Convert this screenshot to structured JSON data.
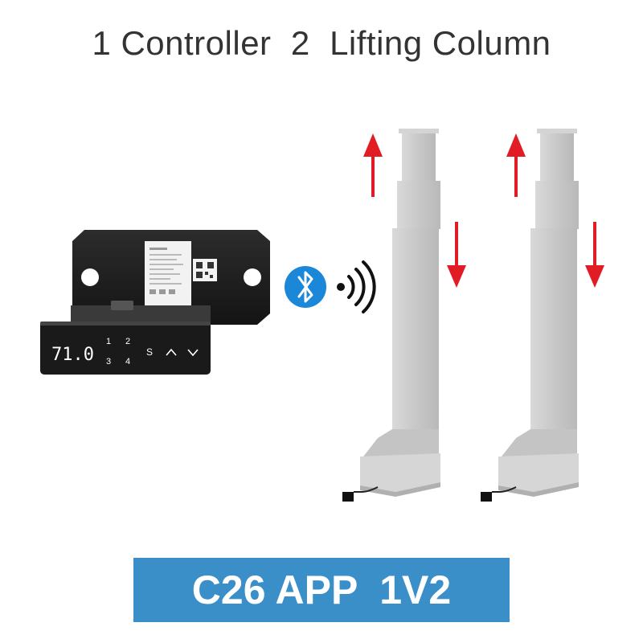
{
  "title": "1 Controller  2  Lifting Column",
  "banner": {
    "label": "C26 APP  1V2"
  },
  "keypad": {
    "display": "71.0",
    "keys": [
      "1",
      "2",
      "3",
      "4"
    ],
    "save_key": "S",
    "up_key": "^",
    "down_key": "v"
  },
  "colors": {
    "banner": "#3a8fc8",
    "arrow": "#e21c24",
    "bluetooth": "#1b87d8",
    "column": "#c9c9c9",
    "controller": "#222222"
  },
  "icons": [
    "bluetooth-icon",
    "wireless-signal-icon",
    "up-arrow-icon",
    "down-arrow-icon"
  ]
}
